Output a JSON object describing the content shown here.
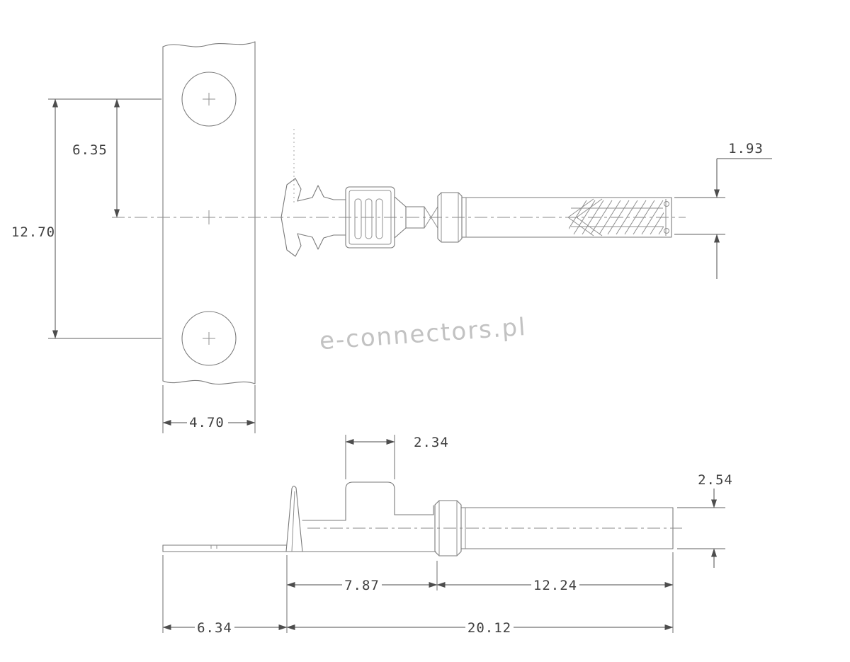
{
  "drawing": {
    "watermark": "e-connectors.pl",
    "colors": {
      "background": "#ffffff",
      "line": "#7a7a7a",
      "dimension": "#4d4d4d",
      "text": "#3f3f3f",
      "watermark": "#c2c2c2"
    },
    "top_view": {
      "dimensions": {
        "hole_pitch": "12.70",
        "hole_to_centerline": "6.35",
        "carrier_strip_width": "4.70",
        "contact_tip_diameter": "1.93"
      }
    },
    "side_view": {
      "dimensions": {
        "crimp_barrel_width": "2.34",
        "sleeve_diameter": "2.54",
        "front_section_length": "7.87",
        "sleeve_length": "12.24",
        "carrier_tab_length": "6.34",
        "overall_length": "20.12"
      }
    }
  }
}
